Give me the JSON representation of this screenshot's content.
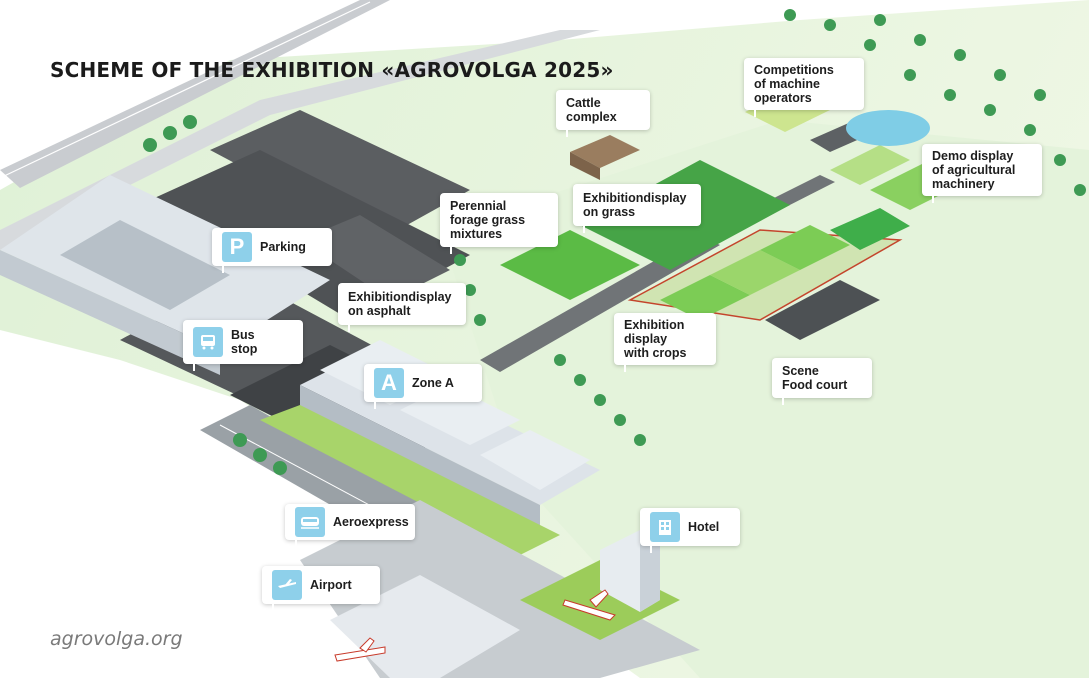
{
  "title": "SCHEME OF THE EXHIBITION «AGROVOLGA 2025»",
  "website": "agrovolga.org",
  "icon_tile_color": "#8ed0ea",
  "callouts": {
    "parking": {
      "label": "Parking",
      "glyph": "P",
      "icon": "parking-icon"
    },
    "bus_stop": {
      "label": "Bus\nstop",
      "icon": "bus-icon"
    },
    "zone_a": {
      "label": "Zone A",
      "glyph": "A",
      "icon": "zone-a-icon"
    },
    "aeroexpress": {
      "label": "Aeroexpress",
      "icon": "train-icon"
    },
    "airport": {
      "label": "Airport",
      "icon": "airplane-icon"
    },
    "hotel": {
      "label": "Hotel",
      "icon": "hotel-icon"
    },
    "asphalt": {
      "label": "Exhibitiondisplay\non asphalt"
    },
    "forage": {
      "label": "Perennial\nforage grass\nmixtures"
    },
    "cattle": {
      "label": "Cattle\ncomplex"
    },
    "grass": {
      "label": "Exhibitiondisplay\non grass"
    },
    "competitions": {
      "label": "Competitions\nof machine\noperators"
    },
    "demo": {
      "label": "Demo display\nof agricultural\nmachinery"
    },
    "crops": {
      "label": "Exhibition\ndisplay\nwith crops"
    },
    "scene": {
      "label": "Scene\nFood court"
    }
  }
}
